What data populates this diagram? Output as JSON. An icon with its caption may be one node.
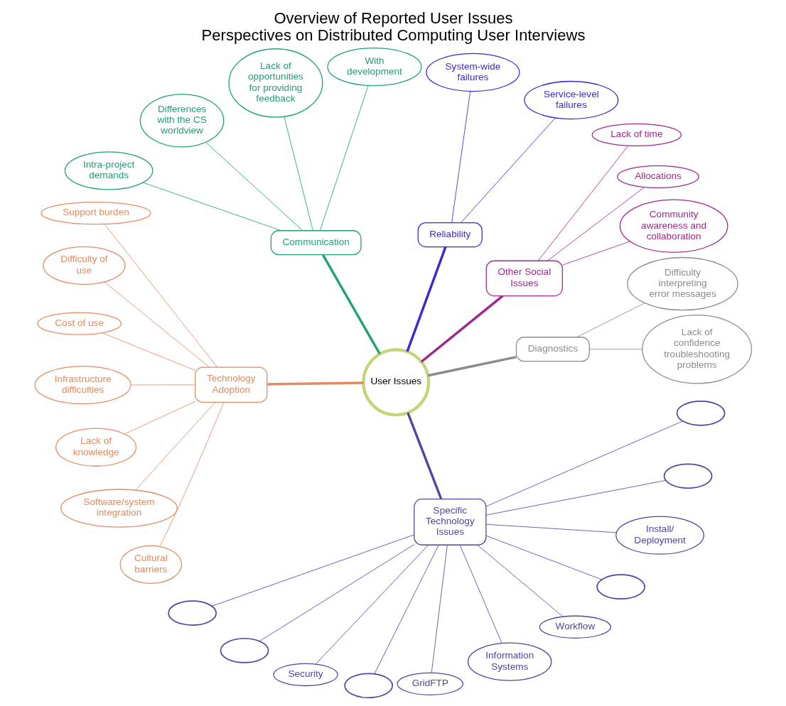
{
  "diagram": {
    "title": "Overview of Reported User Issues",
    "caption": "Perspectives on Distributed Computing User Interviews",
    "nodes": [
      {
        "text": [
          "User Issues"
        ]
      },
      {
        "text": [
          "Diagnostics"
        ]
      },
      {
        "text": [
          "Lack of confidence troubleshooting problems"
        ]
      },
      {
        "text": [
          "Difficulty interpreting error messages"
        ]
      },
      {
        "text": [
          "Other Social Issues"
        ]
      },
      {
        "text": [
          "Community awareness and collaboration"
        ]
      },
      {
        "text": [
          "Allocations"
        ]
      },
      {
        "text": [
          "Lack of time"
        ]
      },
      {
        "text": [
          "Reliability"
        ]
      },
      {
        "text": [
          "Service-level failures"
        ]
      },
      {
        "text": [
          "System-wide failures"
        ]
      },
      {
        "text": [
          "Communication"
        ]
      },
      {
        "text": [
          "With development"
        ]
      },
      {
        "text": [
          "Lack of opportunities for providing feedback"
        ]
      },
      {
        "text": [
          "Differences with the CS worldview"
        ]
      },
      {
        "text": [
          "Intra-project demands"
        ]
      },
      {
        "text": [
          "Technology Adoption"
        ]
      },
      {
        "text": [
          "Support burden"
        ]
      },
      {
        "text": [
          "Difficulty of use"
        ]
      },
      {
        "text": [
          "Cost of use"
        ]
      },
      {
        "text": [
          "Infrastructure difficulties"
        ]
      },
      {
        "text": [
          "Lack of knowledge"
        ]
      },
      {
        "text": [
          "Software/system integration"
        ]
      },
      {
        "text": [
          "Cultural barriers"
        ]
      },
      {
        "text": [
          "Specific Technology Issues"
        ]
      },
      {
        "text": [],
        "shape": "cloud"
      },
      {
        "text": [],
        "shape": "cloud"
      },
      {
        "text": [
          "Security"
        ]
      },
      {
        "text": [],
        "shape": "cloud"
      },
      {
        "text": [
          "GridFTP"
        ]
      },
      {
        "text": [
          "Information Systems"
        ]
      },
      {
        "text": [
          "Workflow"
        ]
      },
      {
        "text": [],
        "shape": "cloud"
      },
      {
        "text": [
          "Install/ Deployment"
        ]
      },
      {
        "text": [],
        "shape": "cloud"
      },
      {
        "text": [],
        "shape": "cloud"
      }
    ],
    "edges": [
      {
        "from": 0,
        "to": 1,
        "arrow": "none",
        "style": "thick",
        "color": "#8c8c8c"
      },
      {
        "from": 0,
        "to": 4,
        "arrow": "none",
        "style": "thick",
        "color": "#a0288c"
      },
      {
        "from": 0,
        "to": 8,
        "arrow": "none",
        "style": "thick",
        "color": "#3c28d2"
      },
      {
        "from": 0,
        "to": 11,
        "arrow": "none",
        "style": "thick",
        "color": "#1ea078"
      },
      {
        "from": 0,
        "to": 16,
        "arrow": "none",
        "style": "thick",
        "color": "#e08c64"
      },
      {
        "from": 0,
        "to": 24,
        "arrow": "none",
        "style": "thick",
        "color": "#5046a0"
      },
      {
        "from": 1,
        "to": 2,
        "arrow": "none",
        "color": "#8c8c8c"
      },
      {
        "from": 1,
        "to": 3,
        "arrow": "none",
        "color": "#8c8c8c"
      },
      {
        "from": 4,
        "to": 5,
        "arrow": "none",
        "color": "#a0288c"
      },
      {
        "from": 4,
        "to": 6,
        "arrow": "none",
        "color": "#a0288c"
      },
      {
        "from": 4,
        "to": 7,
        "arrow": "none",
        "color": "#a0288c"
      },
      {
        "from": 8,
        "to": 9,
        "arrow": "none",
        "color": "#3c28d2"
      },
      {
        "from": 8,
        "to": 10,
        "arrow": "none",
        "color": "#3c28d2"
      },
      {
        "from": 11,
        "to": 12,
        "arrow": "none",
        "color": "#1ea078"
      },
      {
        "from": 11,
        "to": 13,
        "arrow": "none",
        "color": "#1ea078"
      },
      {
        "from": 11,
        "to": 14,
        "arrow": "none",
        "color": "#1ea078"
      },
      {
        "from": 11,
        "to": 15,
        "arrow": "none",
        "color": "#1ea078"
      },
      {
        "from": 16,
        "to": 17,
        "arrow": "none",
        "color": "#e08c64"
      },
      {
        "from": 16,
        "to": 18,
        "arrow": "none",
        "color": "#e08c64"
      },
      {
        "from": 16,
        "to": 19,
        "arrow": "none",
        "color": "#e08c64"
      },
      {
        "from": 16,
        "to": 20,
        "arrow": "none",
        "color": "#e08c64"
      },
      {
        "from": 16,
        "to": 21,
        "arrow": "none",
        "color": "#e08c64"
      },
      {
        "from": 16,
        "to": 22,
        "arrow": "none",
        "color": "#e08c64"
      },
      {
        "from": 16,
        "to": 23,
        "arrow": "none",
        "color": "#e08c64"
      },
      {
        "from": 24,
        "to": 25,
        "arrow": "none",
        "color": "#5046a0"
      },
      {
        "from": 24,
        "to": 26,
        "arrow": "none",
        "color": "#5046a0"
      },
      {
        "from": 24,
        "to": 27,
        "arrow": "none",
        "color": "#5046a0"
      },
      {
        "from": 24,
        "to": 28,
        "arrow": "none",
        "color": "#5046a0"
      },
      {
        "from": 24,
        "to": 29,
        "arrow": "none",
        "color": "#5046a0"
      },
      {
        "from": 24,
        "to": 30,
        "arrow": "none",
        "color": "#5046a0"
      },
      {
        "from": 24,
        "to": 31,
        "arrow": "none",
        "color": "#5046a0"
      },
      {
        "from": 24,
        "to": 32,
        "arrow": "none",
        "color": "#5046a0"
      },
      {
        "from": 24,
        "to": 33,
        "arrow": "none",
        "color": "#5046a0"
      },
      {
        "from": 24,
        "to": 34,
        "arrow": "none",
        "color": "#5046a0"
      },
      {
        "from": 24,
        "to": 35,
        "arrow": "none",
        "color": "#5046a0"
      }
    ]
  }
}
